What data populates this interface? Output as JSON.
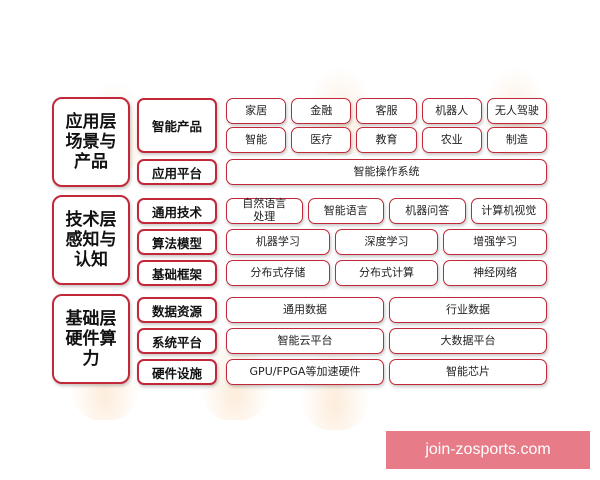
{
  "layers": [
    {
      "label": "应用层\n场景与\n产品",
      "categories": [
        {
          "label": "智能产品",
          "rows": [
            [
              "家居",
              "金融",
              "客服",
              "机器人",
              "无人驾驶"
            ],
            [
              "智能",
              "医疗",
              "教育",
              "农业",
              "制造"
            ]
          ]
        },
        {
          "label": "应用平台",
          "rows": [
            [
              "智能操作系统"
            ]
          ]
        }
      ]
    },
    {
      "label": "技术层\n感知与\n认知",
      "categories": [
        {
          "label": "通用技术",
          "rows": [
            [
              "自然语言\n处理",
              "智能语言",
              "机器问答",
              "计算机视觉"
            ]
          ]
        },
        {
          "label": "算法模型",
          "rows": [
            [
              "机器学习",
              "深度学习",
              "增强学习"
            ]
          ]
        },
        {
          "label": "基础框架",
          "rows": [
            [
              "分布式存储",
              "分布式计算",
              "神经网络"
            ]
          ]
        }
      ]
    },
    {
      "label": "基础层\n硬件算\n力",
      "categories": [
        {
          "label": "数据资源",
          "rows": [
            [
              "通用数据",
              "行业数据"
            ]
          ]
        },
        {
          "label": "系统平台",
          "rows": [
            [
              "智能云平台",
              "大数据平台"
            ]
          ]
        },
        {
          "label": "硬件设施",
          "rows": [
            [
              "GPU/FPGA等加速硬件",
              "智能芯片"
            ]
          ]
        }
      ]
    }
  ],
  "banner": {
    "text": "join-zosports.com"
  },
  "colors": {
    "border": "#c1293a",
    "banner_bg": "#e77c88",
    "banner_text": "#ffffff"
  }
}
